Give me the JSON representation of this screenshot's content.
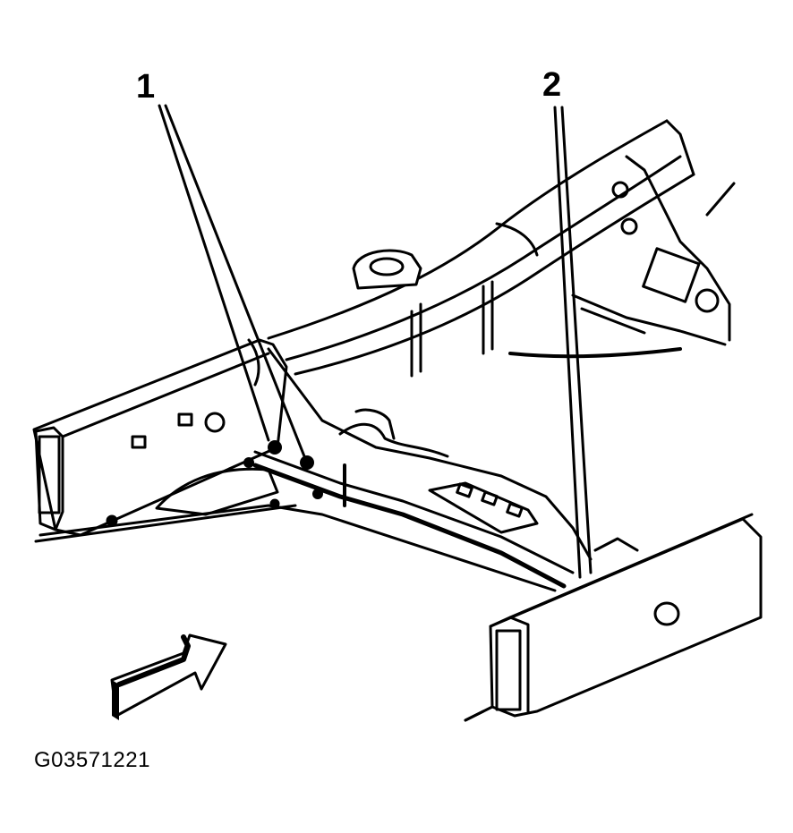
{
  "callouts": [
    {
      "number": "1"
    },
    {
      "number": "2"
    }
  ],
  "figure_code": "G03571221",
  "icons": {
    "direction_arrow": "front-direction-arrow-icon"
  }
}
